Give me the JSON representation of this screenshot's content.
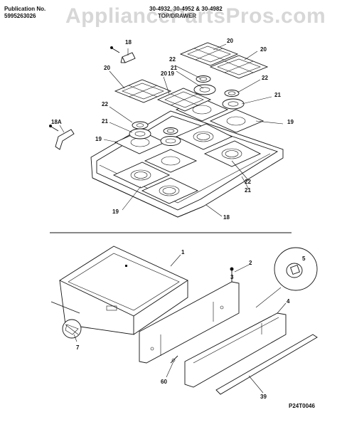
{
  "header": {
    "publication_label": "Publication No.",
    "publication_number": "5995263026",
    "models": "30-4932, 30-4952 & 30-4982",
    "section_title": "TOP/DRAWER"
  },
  "watermark": "AppliancePartsPros.com",
  "diagram_code": "P24T0046",
  "callouts": {
    "c18_top": "18",
    "c20_a": "20",
    "c20_b": "20",
    "c20_c": "20",
    "c20_d": "20",
    "c22_a": "22",
    "c22_b": "22",
    "c22_c": "22",
    "c22_d": "22",
    "c21_a": "21",
    "c21_b": "21",
    "c21_c": "21",
    "c21_d": "21",
    "c19_a": "19",
    "c19_b": "19",
    "c19_c": "19",
    "c19_d": "19",
    "c18a": "18A",
    "c18_bottom": "18",
    "c1": "1",
    "c2": "2",
    "c3": "3",
    "c4": "4",
    "c5": "5",
    "c7": "7",
    "c39": "39",
    "c60": "60"
  }
}
